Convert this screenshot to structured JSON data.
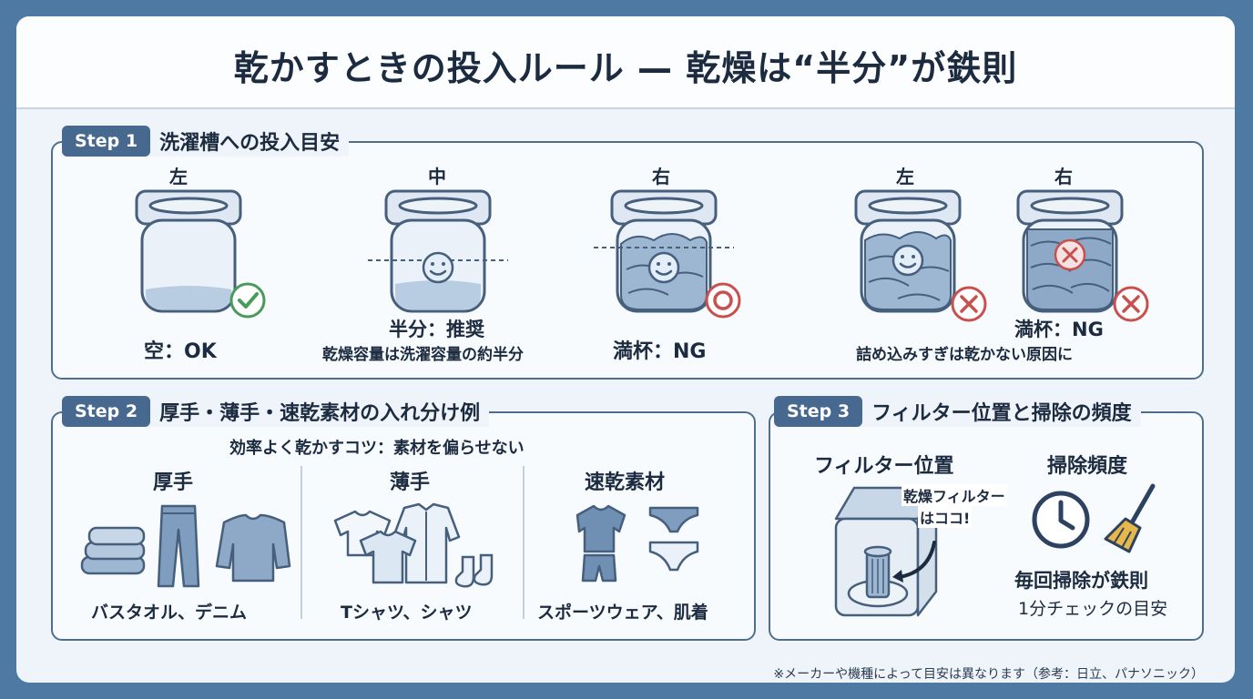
{
  "title": "乾かすときの投入ルール — 乾燥は“半分”が鉄則",
  "step1": {
    "badge": "Step 1",
    "title": "洗濯槽への投入目安",
    "drums": [
      {
        "pos": "左",
        "label": "空：OK",
        "note": "",
        "fill_level": 0.1,
        "mark": "check"
      },
      {
        "pos": "中",
        "label": "半分：推奨",
        "note": "乾燥容量は洗濯容量の約半分",
        "fill_level": 0.35,
        "mark": "smile"
      },
      {
        "pos": "右",
        "label": "満杯：NG",
        "note": "",
        "fill_level": 0.7,
        "mark": "circle"
      },
      {
        "pos": "左",
        "label": "",
        "note": "",
        "fill_level": 0.75,
        "mark": "cross"
      },
      {
        "pos": "右",
        "label": "",
        "note": "",
        "fill_level": 0.9,
        "mark": "cross"
      }
    ],
    "group_label": "満杯：NG",
    "group_note": "詰め込みすぎは乾かない原因に"
  },
  "step2": {
    "badge": "Step 2",
    "title": "厚手・薄手・速乾素材の入れ分け例",
    "subtitle": "効率よく乾かすコツ：素材を偏らせない",
    "columns": [
      {
        "heading": "厚手",
        "caption": "バスタオル、デニム"
      },
      {
        "heading": "薄手",
        "caption": "Tシャツ、シャツ"
      },
      {
        "heading": "速乾素材",
        "caption": "スポーツウェア、肌着"
      }
    ]
  },
  "step3": {
    "badge": "Step 3",
    "title": "フィルター位置と掃除の頻度",
    "filter_heading": "フィルター位置",
    "filter_callout_1": "乾燥フィルター",
    "filter_callout_2": "はココ!",
    "freq_heading": "掃除頻度",
    "rule": "毎回掃除が鉄則",
    "rule_note": "1分チェックの目安"
  },
  "footnote": "※メーカーや機種によって目安は異なります（参考：日立、パナソニック）",
  "colors": {
    "navy": "#47698f",
    "ok_green": "#4a9a5a",
    "ng_red": "#c8504e",
    "cloth_blue": "#7f9dbf"
  }
}
